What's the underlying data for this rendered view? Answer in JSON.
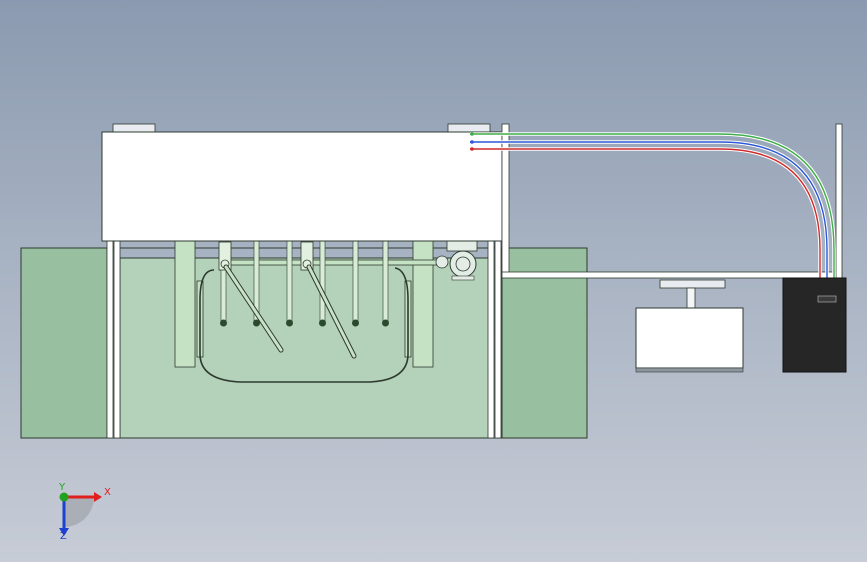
{
  "viewport": {
    "background_top": "#8b9ab0",
    "background_bottom": "#c7ccd6"
  },
  "colors": {
    "tank_fill": "#a8c9ae",
    "tank_fill_dark": "#8fb497",
    "body_fill": "#ffffff",
    "outline": "#2d3a2f",
    "cable_green": "#3fae49",
    "cable_blue": "#2b58d8",
    "cable_red": "#d12a2a",
    "controller_box": "#262626"
  },
  "triad": {
    "x_label": "X",
    "y_label": "Y",
    "z_label": "Z",
    "x_color": "#e01f1f",
    "y_color": "#1fa31f",
    "z_color": "#1f3fd0"
  }
}
